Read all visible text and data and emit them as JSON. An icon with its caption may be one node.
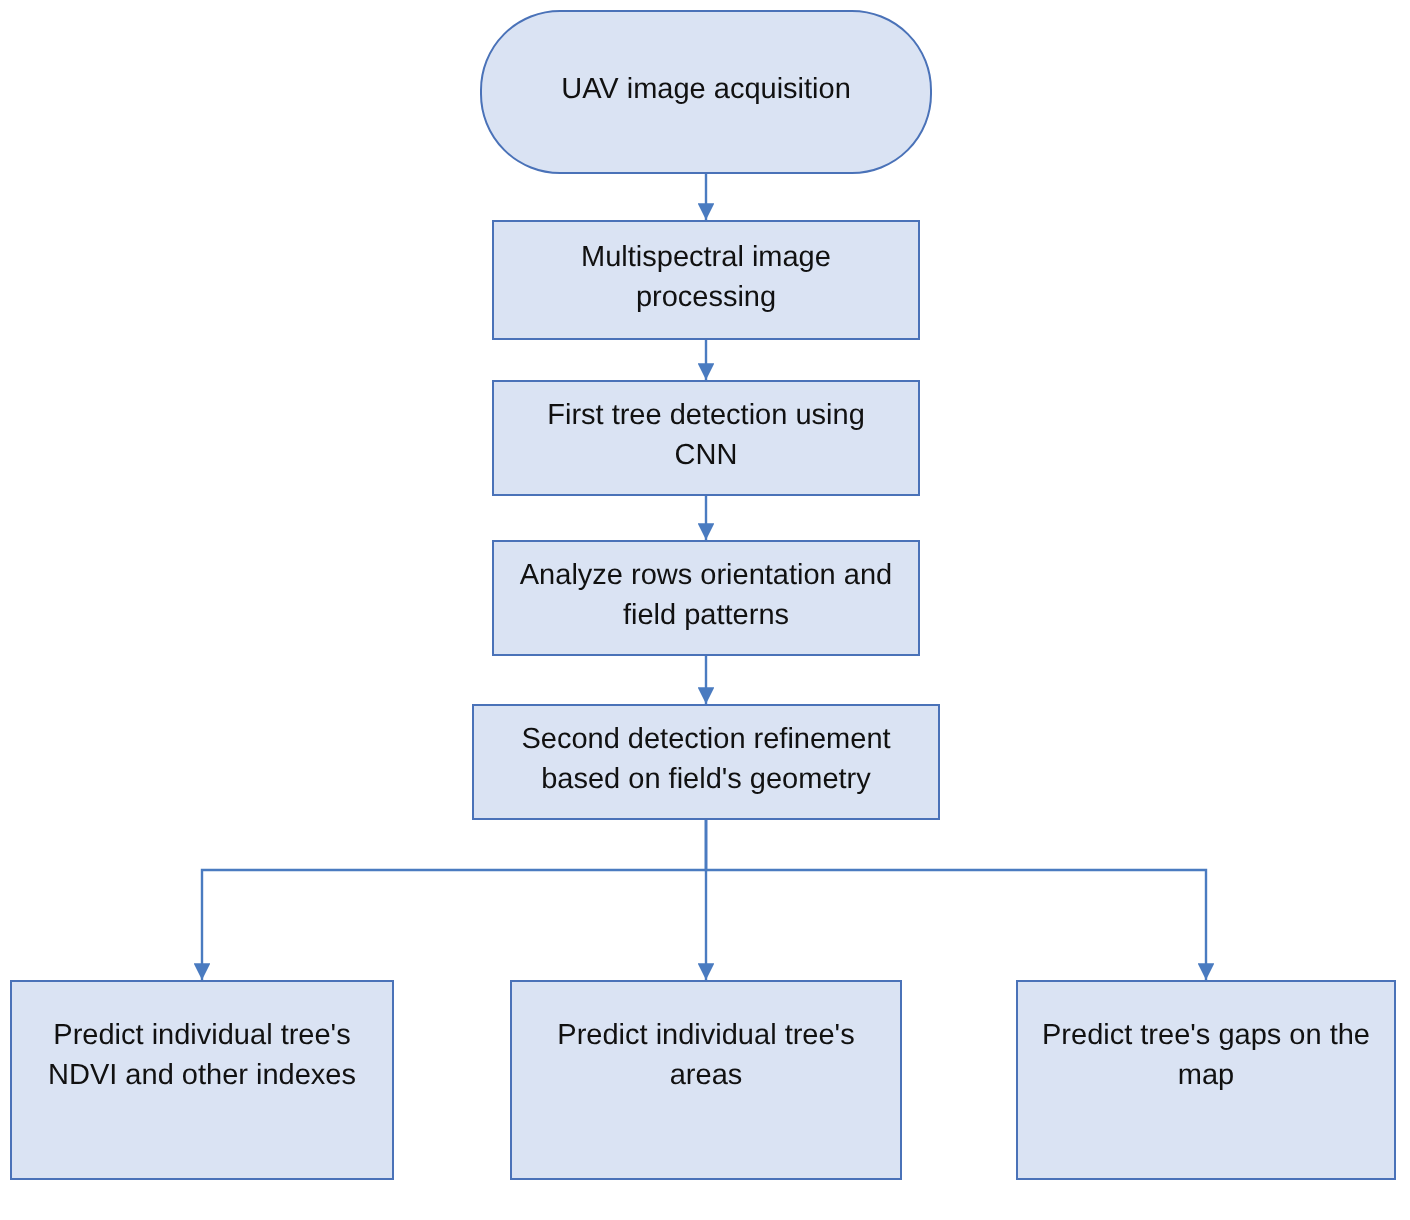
{
  "diagram": {
    "nodes": [
      {
        "text": [
          "UAV image acquisition"
        ]
      },
      {
        "text": [
          "Multispectral image processing"
        ]
      },
      {
        "text": [
          "First tree detection using CNN"
        ]
      },
      {
        "text": [
          "Analyze rows orientation and field patterns"
        ]
      },
      {
        "text": [
          "Second detection refinement based on field's geometry"
        ]
      },
      {
        "text": [
          "Predict individual tree's NDVI and other indexes"
        ]
      },
      {
        "text": [
          "Predict individual tree's areas"
        ]
      },
      {
        "text": [
          "Predict tree's gaps on the map"
        ]
      }
    ],
    "edges": [
      {
        "from": 0,
        "to": 1,
        "arrow": "to"
      },
      {
        "from": 1,
        "to": 2,
        "arrow": "to"
      },
      {
        "from": 2,
        "to": 3,
        "arrow": "to"
      },
      {
        "from": 3,
        "to": 4,
        "arrow": "to"
      },
      {
        "from": 4,
        "to": 5,
        "arrow": "to"
      },
      {
        "from": 4,
        "to": 6,
        "arrow": "to"
      },
      {
        "from": 4,
        "to": 7,
        "arrow": "to"
      }
    ]
  }
}
